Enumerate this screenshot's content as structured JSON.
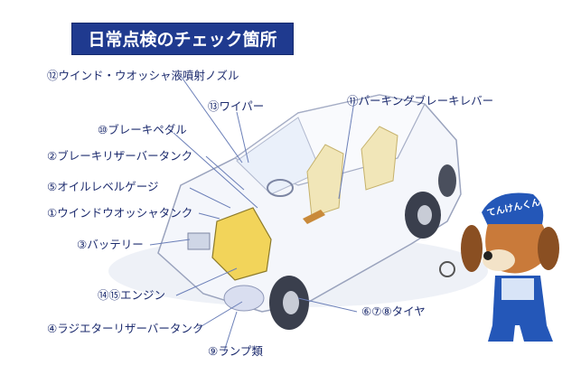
{
  "title": "日常点検のチェック箇所",
  "colors": {
    "title_bg": "#1f3a8f",
    "label_text": "#1c2b6e",
    "leader_line": "#6b7fb8"
  },
  "labels": {
    "washer_nozzle": "⑫ウインド・ウオッシャ液噴射ノズル",
    "wiper": "⑬ワイパー",
    "parking_brake": "⑪パーキングブレーキレバー",
    "brake_pedal": "⑩ブレーキペダル",
    "brake_reservoir": "②ブレーキリザーバータンク",
    "oil_level": "⑤オイルレベルゲージ",
    "washer_tank": "①ウインドウオッシャタンク",
    "battery": "③バッテリー",
    "engine": "⑭⑮エンジン",
    "tires": "⑥⑦⑧タイヤ",
    "radiator_reservoir": "④ラジエターリザーバータンク",
    "lamps": "⑨ランプ類"
  },
  "mascot": {
    "cap_text": "てんけんくん"
  }
}
